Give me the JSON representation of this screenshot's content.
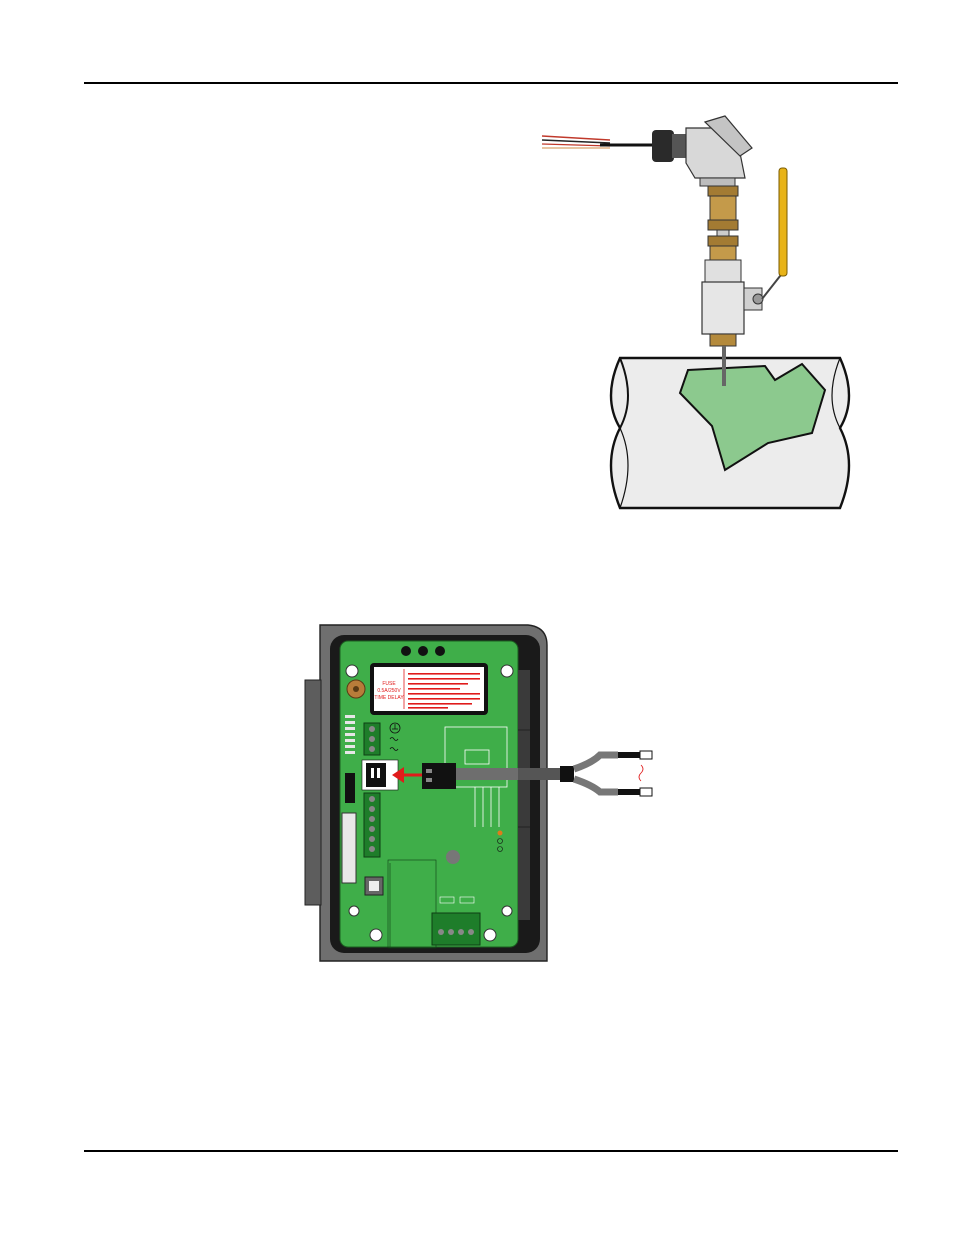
{
  "fuse_label": {
    "line1": "FUSE",
    "line2": "0.5A/250V",
    "line3": "TIME DELAY"
  },
  "colors": {
    "board_green": "#3fae49",
    "enclosure_gray": "#6f6f6f",
    "fluid_green": "#8cc98e",
    "pipe_gray": "#ececec",
    "valve_handle_yellow": "#e8b317",
    "brass": "#b48a3c",
    "arrow_red": "#e01b1b"
  },
  "icons": {
    "ground": "ground-symbol-icon",
    "ac": "ac-wave-icon",
    "arrow": "red-arrow-icon"
  }
}
